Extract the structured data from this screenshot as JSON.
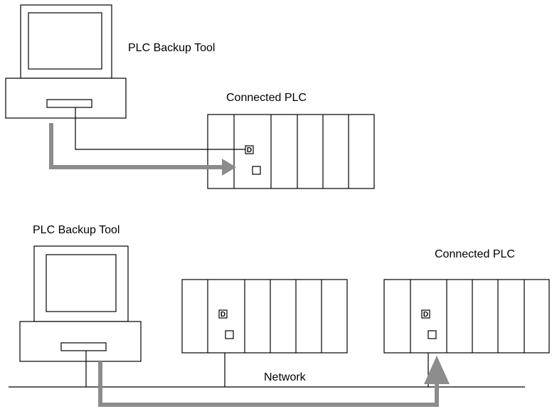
{
  "top": {
    "tool_label": "PLC Backup Tool",
    "plc_label": "Connected PLC",
    "port_glyph": "D"
  },
  "bottom": {
    "tool_label": "PLC Backup Tool",
    "plc_label": "Connected PLC",
    "network_label": "Network",
    "port_glyph_middle": "D",
    "port_glyph_right": "D"
  },
  "colors": {
    "line": "#000000",
    "arrow": "#8c8c8c",
    "background": "#ffffff"
  },
  "icons": [
    "computer-icon",
    "plc-rack-icon",
    "port-icon",
    "flow-arrow"
  ]
}
